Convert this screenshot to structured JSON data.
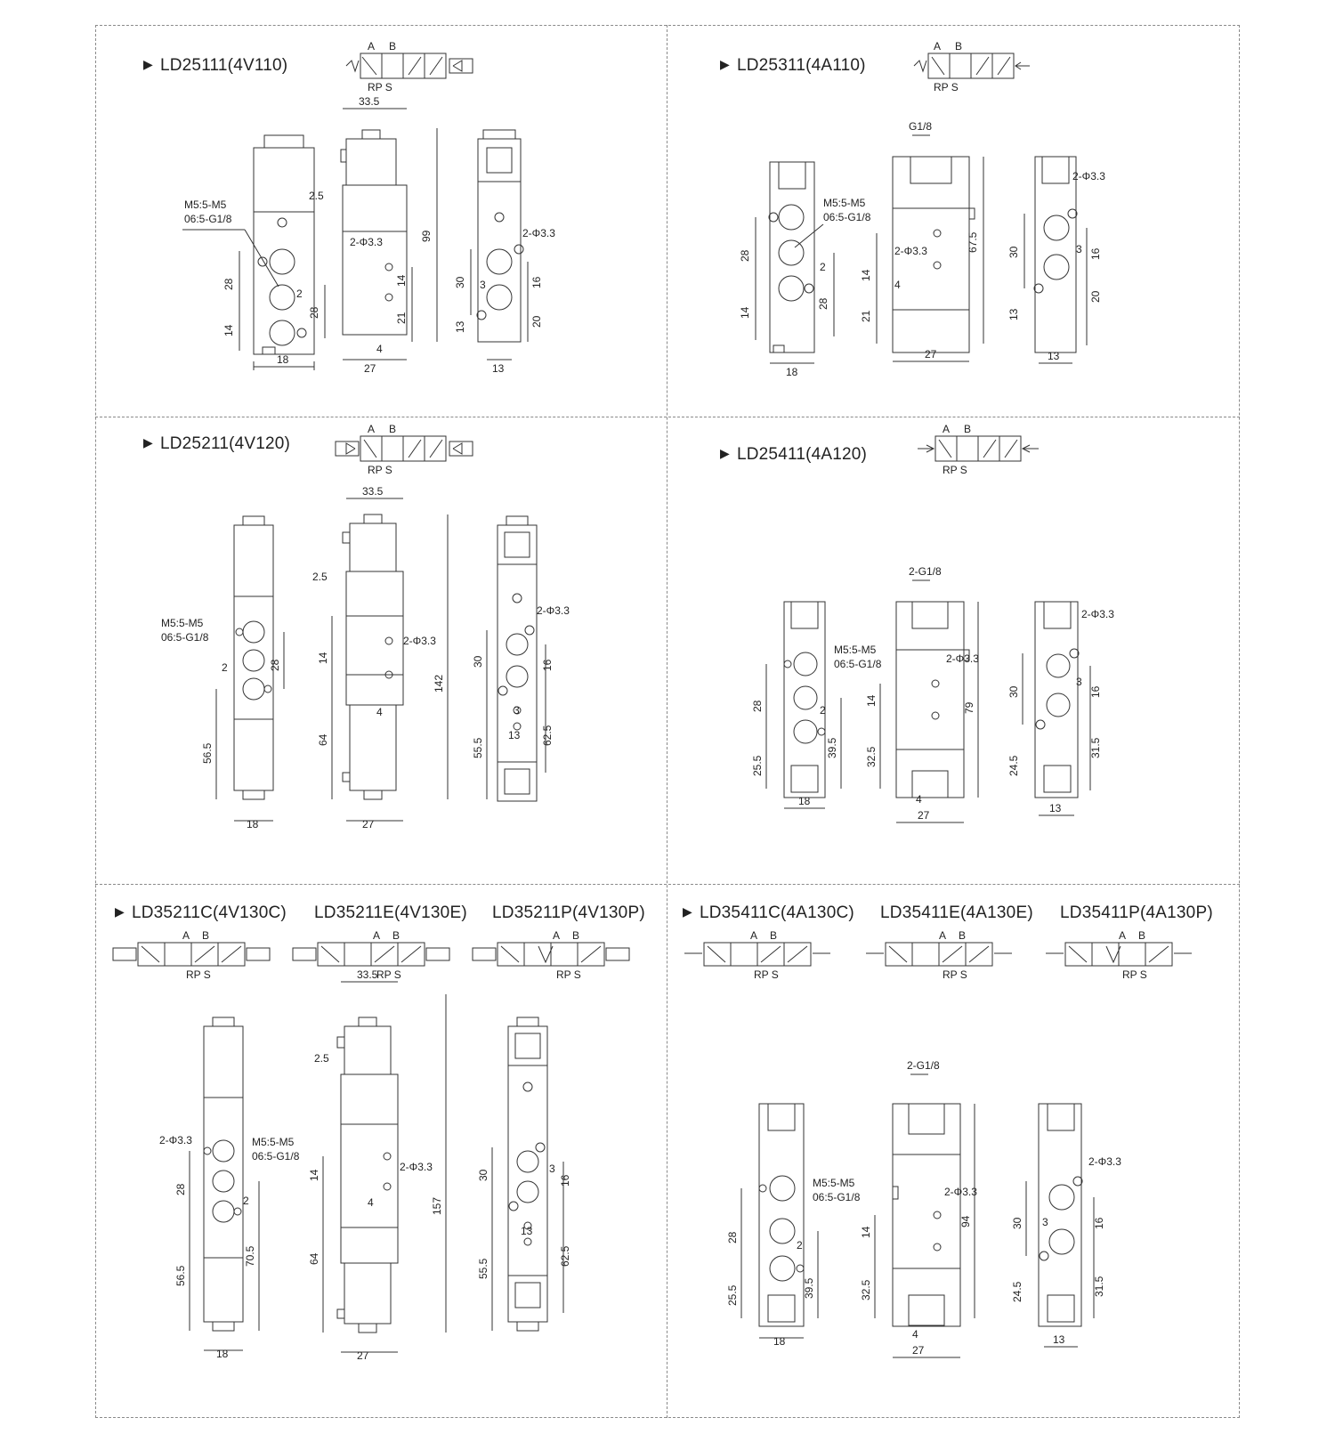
{
  "sections": [
    {
      "id": "ld25111",
      "title": "LD25111(4V110)",
      "symbol": {
        "port_a": "A",
        "port_b": "B",
        "exhaust": "RP S"
      },
      "views": {
        "left": {
          "dims": [
            "28",
            "14",
            "18",
            "2",
            "28"
          ],
          "note1": "M5:5-M5",
          "note2": "06:5-G1/8"
        },
        "mid": {
          "dims": [
            "33.5",
            "2.5",
            "99",
            "14",
            "21",
            "4",
            "27"
          ],
          "hole": "2-Φ3.3"
        },
        "right": {
          "dims": [
            "30",
            "16",
            "3",
            "20",
            "13",
            "13"
          ],
          "hole": "2-Φ3.3"
        }
      }
    },
    {
      "id": "ld25311",
      "title": "LD25311(4A110)",
      "symbol": {
        "port_a": "A",
        "port_b": "B",
        "exhaust": "RP S"
      },
      "views": {
        "left": {
          "dims": [
            "28",
            "14",
            "18",
            "2",
            "28"
          ],
          "note1": "M5:5-M5",
          "note2": "06:5-G1/8"
        },
        "mid": {
          "dims": [
            "G1/8",
            "67.5",
            "14",
            "21",
            "4",
            "27"
          ],
          "hole": "2-Φ3.3"
        },
        "right": {
          "dims": [
            "30",
            "16",
            "3",
            "20",
            "13",
            "13"
          ],
          "hole": "2-Φ3.3"
        }
      }
    },
    {
      "id": "ld25211",
      "title": "LD25211(4V120)",
      "symbol": {
        "port_a": "A",
        "port_b": "B",
        "exhaust": "RP S"
      },
      "views": {
        "left": {
          "dims": [
            "2",
            "28",
            "56.5",
            "18"
          ],
          "note1": "M5:5-M5",
          "note2": "06:5-G1/8"
        },
        "mid": {
          "dims": [
            "33.5",
            "2.5",
            "14",
            "4",
            "64",
            "142",
            "27"
          ],
          "hole": "2-Φ3.3"
        },
        "right": {
          "dims": [
            "30",
            "16",
            "3",
            "13",
            "55.5",
            "62.5"
          ],
          "hole": "2-Φ3.3"
        }
      }
    },
    {
      "id": "ld25411",
      "title": "LD25411(4A120)",
      "symbol": {
        "port_a": "A",
        "port_b": "B",
        "exhaust": "RP S"
      },
      "views": {
        "left": {
          "dims": [
            "28",
            "2",
            "39.5",
            "25.5",
            "18"
          ],
          "note1": "M5:5-M5",
          "note2": "06:5-G1/8"
        },
        "mid": {
          "dims": [
            "2-G1/8",
            "79",
            "14",
            "32.5",
            "4",
            "27"
          ],
          "hole": "2-Φ3.3"
        },
        "right": {
          "dims": [
            "30",
            "16",
            "3",
            "24.5",
            "31.5",
            "13"
          ],
          "hole": "2-Φ3.3"
        }
      }
    },
    {
      "id": "ld35211",
      "titles": [
        "LD35211C(4V130C)",
        "LD35211E(4V130E)",
        "LD35211P(4V130P)"
      ],
      "symbol": {
        "port_a": "A",
        "port_b": "B",
        "exhaust": "RP S"
      },
      "views": {
        "left": {
          "dims": [
            "28",
            "2",
            "56.5",
            "70.5",
            "18"
          ],
          "hole": "2-Φ3.3",
          "note1": "M5:5-M5",
          "note2": "06:5-G1/8"
        },
        "mid": {
          "dims": [
            "33.5",
            "2.5",
            "14",
            "4",
            "64",
            "157",
            "27"
          ],
          "hole": "2-Φ3.3"
        },
        "right": {
          "dims": [
            "30",
            "3",
            "16",
            "13",
            "55.5",
            "62.5"
          ]
        }
      }
    },
    {
      "id": "ld35411",
      "titles": [
        "LD35411C(4A130C)",
        "LD35411E(4A130E)",
        "LD35411P(4A130P)"
      ],
      "symbol": {
        "port_a": "A",
        "port_b": "B",
        "exhaust": "RP S"
      },
      "views": {
        "left": {
          "dims": [
            "28",
            "2",
            "39.5",
            "25.5",
            "18"
          ],
          "note1": "M5:5-M5",
          "note2": "06:5-G1/8"
        },
        "mid": {
          "dims": [
            "2-G1/8",
            "94",
            "14",
            "32.5",
            "4",
            "27"
          ],
          "hole": "2-Φ3.3"
        },
        "right": {
          "dims": [
            "30",
            "3",
            "16",
            "24.5",
            "31.5",
            "13"
          ],
          "hole": "2-Φ3.3"
        }
      }
    }
  ]
}
